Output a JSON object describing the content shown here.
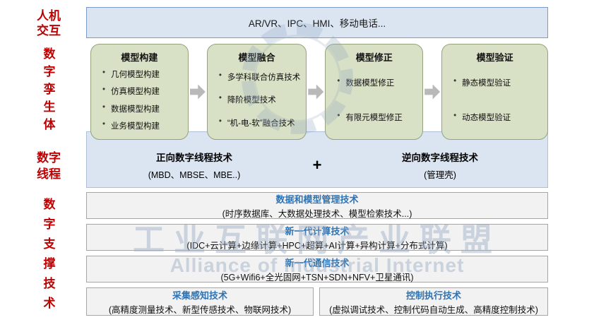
{
  "sidebar": {
    "labels": [
      {
        "id": "hmi",
        "text": "人机交互"
      },
      {
        "id": "digital-twin",
        "text": "数字孪生体"
      },
      {
        "id": "digital-thread",
        "text": "数字线程"
      },
      {
        "id": "digital-support",
        "text": "数字支撑技术"
      }
    ]
  },
  "top_bar": {
    "text": "AR/VR、IPC、HMI、移动电话..."
  },
  "model_flow": {
    "boxes": [
      {
        "title": "模型构建",
        "items": [
          "几何模型构建",
          "仿真模型构建",
          "数据模型构建",
          "业务模型构建"
        ]
      },
      {
        "title": "模型融合",
        "items": [
          "多学科联合仿真技术",
          "降阶模型技术",
          "“机-电-软”融合技术"
        ]
      },
      {
        "title": "模型修正",
        "items": [
          "数据模型修正",
          "有限元模型修正"
        ]
      },
      {
        "title": "模型验证",
        "items": [
          "静态模型验证",
          "动态模型验证"
        ]
      }
    ]
  },
  "thread_panel": {
    "forward_title": "正向数字线程技术",
    "forward_sub": "(MBD、MBSE、MBE..)",
    "plus": "+",
    "reverse_title": "逆向数字线程技术",
    "reverse_sub": "(管理壳)"
  },
  "support_rows": [
    {
      "title": "数据和模型管理技术",
      "sub": "(时序数据库、大数据处理技术、模型检索技术...)"
    },
    {
      "title": "新一代计算技术",
      "sub": "(IDC+云计算+边缘计算+HPC+超算+AI计算+异构计算+分布式计算)"
    },
    {
      "title": "新一代通信技术",
      "sub": "(5G+Wifi6+全光固网+TSN+SDN+NFV+卫星通讯)"
    }
  ],
  "bottom_boxes": [
    {
      "title": "采集感知技术",
      "sub": "(高精度测量技术、新型传感技术、物联网技术)"
    },
    {
      "title": "控制执行技术",
      "sub": "(虚拟调试技术、控制代码自动生成、高精度控制技术)"
    }
  ],
  "watermark": {
    "zh": "工业互联网产业联盟",
    "en": "Alliance of Industrial Internet"
  },
  "palette": {
    "label_red": "#c00000",
    "panel_blue": "#dbe5f2",
    "box_green": "#d8e0c5",
    "row_gray": "#f2f2f2",
    "title_blue": "#2e74b5",
    "arrow_gray": "#b9b9b9"
  }
}
